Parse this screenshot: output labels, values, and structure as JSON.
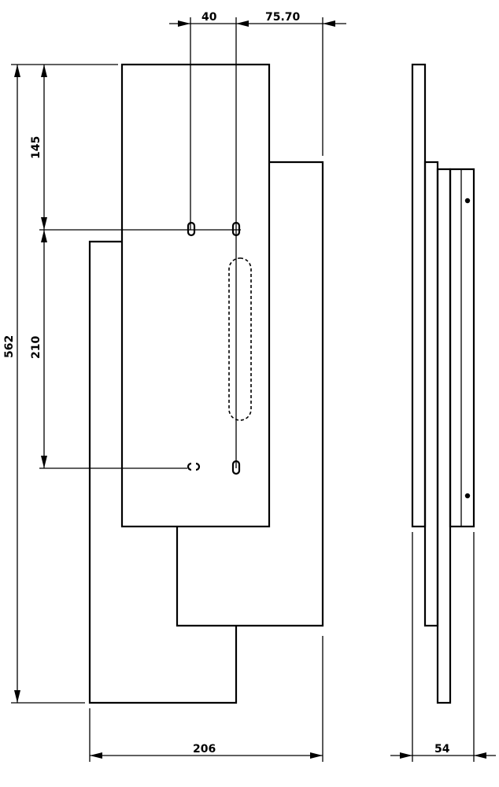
{
  "drawing": {
    "dimensions": {
      "top_left": "40",
      "top_right": "75.70",
      "height_total": "562",
      "height_upper": "145",
      "height_middle": "210",
      "width_front": "206",
      "width_side": "54"
    },
    "line_color": "#000000",
    "background": "#ffffff"
  }
}
